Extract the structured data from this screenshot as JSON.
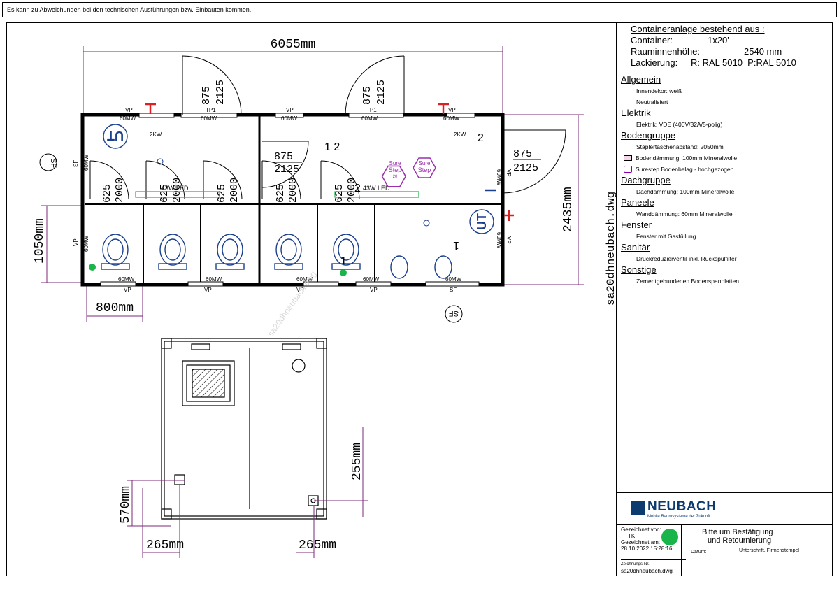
{
  "note": "Es kann zu Abweichungen bei den technischen Ausführungen bzw. Einbauten kommen.",
  "header": {
    "title": "Containeranlage bestehend aus :",
    "container_label": "Container:",
    "container_value": "1x20'",
    "height_label": "Rauminnenhöhe:",
    "height_value": "2540 mm",
    "paint_label": "Lackierung:",
    "paint_value": "R: RAL 5010  P:RAL 5010"
  },
  "sections": [
    {
      "title": "Allgemein",
      "items": [
        "Innendekor: weiß",
        "Neutralisiert"
      ]
    },
    {
      "title": "Elektrik",
      "items": [
        "Elektrik: VDE (400V/32A/5-polig)"
      ]
    },
    {
      "title": "Bodengruppe",
      "items": [
        "Staplertaschenabstand: 2050mm"
      ],
      "legend": [
        "Bodendämmung: 100mm Mineralwolle",
        "Surestep Bodenbelag - hochgezogen"
      ]
    },
    {
      "title": "Dachgruppe",
      "items": [
        "Dachdämmung: 100mm Mineralwolle"
      ]
    },
    {
      "title": "Paneele",
      "items": [
        "Wanddämmung: 60mm Mineralwolle"
      ]
    },
    {
      "title": "Fenster",
      "items": [
        "Fenster mit Gasfüllung"
      ]
    },
    {
      "title": "Sanitär",
      "items": [
        "Druckreduzierventil inkl. Rückspülfilter"
      ]
    },
    {
      "title": "Sonstige",
      "items": [
        "Zementgebundenen Bodenspanplatten"
      ]
    }
  ],
  "brand": {
    "name": "NEUBACH",
    "tagline": "Mobile Raumsysteme der Zukunft."
  },
  "footer": {
    "drawn_by_label": "Gezeichnet von:",
    "drawn_by": "TK",
    "drawn_at_label": "Gezeichnet am:",
    "drawn_at": "28.10.2022 15:28:16",
    "drawing_no_label": "Zeichnungs-Nr.:",
    "drawing_no": "sa20dhneubach.dwg",
    "confirm_line1": "Bitte um Bestätigung",
    "confirm_line2": "und Retournierung",
    "date_label": "Datum:",
    "signature_label": "Unterschrift, Firmenstempel"
  },
  "plan": {
    "dim_length": "6055mm",
    "dim_width": "2435mm",
    "dim_wall_left": "1050mm",
    "dim_cabin": "800mm",
    "file_vertical": "sa20dhneubach.dwg",
    "watermark": "sa20dhneubach.dwg",
    "door_dim_a": "875",
    "door_dim_b": "2125",
    "cab_dim_a": "625",
    "cab_dim_b": "2000",
    "vp": "VP",
    "mw": "60MW",
    "tp1": "TP1",
    "sf": "SF",
    "skw": "2KW",
    "led": "43W LED",
    "ut": "UT",
    "surestep_1": "Sure",
    "surestep_2": "Step",
    "surestep_3": "20",
    "room_12": "1 2",
    "room_2": "2",
    "room_1": "1",
    "dim_255": "255mm",
    "dim_570": "570mm",
    "dim_265": "265mm"
  },
  "colors": {
    "accent": "#0d3b6e",
    "violet": "#9b2fae",
    "red": "#e02020",
    "green": "#19b54a",
    "dim": "#7a2a7a"
  }
}
